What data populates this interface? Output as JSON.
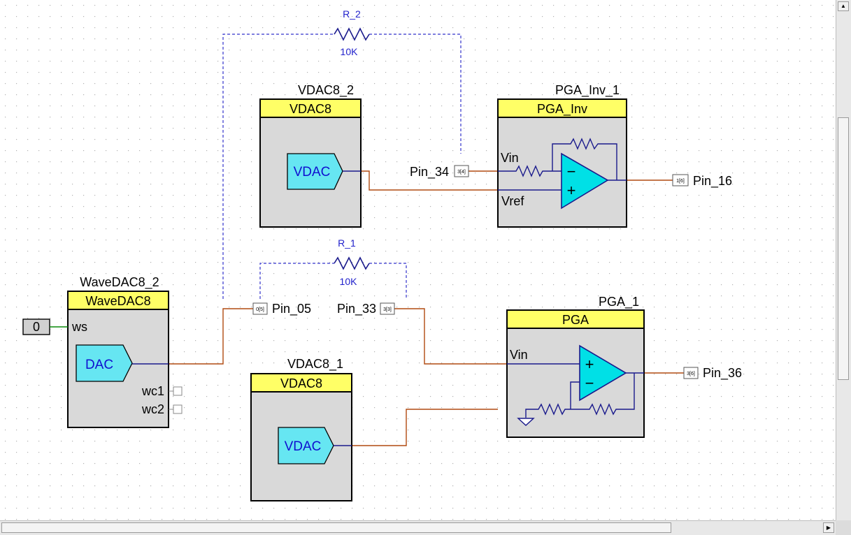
{
  "components": {
    "vdac8_2": {
      "instance": "VDAC8_2",
      "type": "VDAC8",
      "symbol": "VDAC"
    },
    "pga_inv_1": {
      "instance": "PGA_Inv_1",
      "type": "PGA_Inv",
      "vin": "Vin",
      "vref": "Vref",
      "minus": "−",
      "plus": "+"
    },
    "wavedac8_2": {
      "instance": "WaveDAC8_2",
      "type": "WaveDAC8",
      "symbol": "DAC",
      "ws": "ws",
      "wc1": "wc1",
      "wc2": "wc2"
    },
    "vdac8_1": {
      "instance": "VDAC8_1",
      "type": "VDAC8",
      "symbol": "VDAC"
    },
    "pga_1": {
      "instance": "PGA_1",
      "type": "PGA",
      "vin": "Vin",
      "plus": "+",
      "minus": "−"
    },
    "r_2": {
      "name": "R_2",
      "value": "10K"
    },
    "r_1": {
      "name": "R_1",
      "value": "10K"
    },
    "const_0": {
      "value": "0"
    }
  },
  "pins": {
    "pin_34": {
      "name": "Pin_34",
      "port": "3[4]"
    },
    "pin_16": {
      "name": "Pin_16",
      "port": "1[6]"
    },
    "pin_05": {
      "name": "Pin_05",
      "port": "0[5]"
    },
    "pin_33": {
      "name": "Pin_33",
      "port": "3[3]"
    },
    "pin_36": {
      "name": "Pin_36",
      "port": "3[6]"
    }
  },
  "scrollbars": {
    "up_arrow": "▲",
    "right_arrow": "▶"
  },
  "colors": {
    "wire": "#b04a10",
    "signal": "#1a1a8c",
    "analog_link": "#3333cc",
    "digital": "#0a8a0a",
    "block_fill": "#d9d9d9",
    "header_fill": "#ffff66",
    "symbol_fill": "#66e6f2",
    "symbol_text": "#1010d0"
  }
}
